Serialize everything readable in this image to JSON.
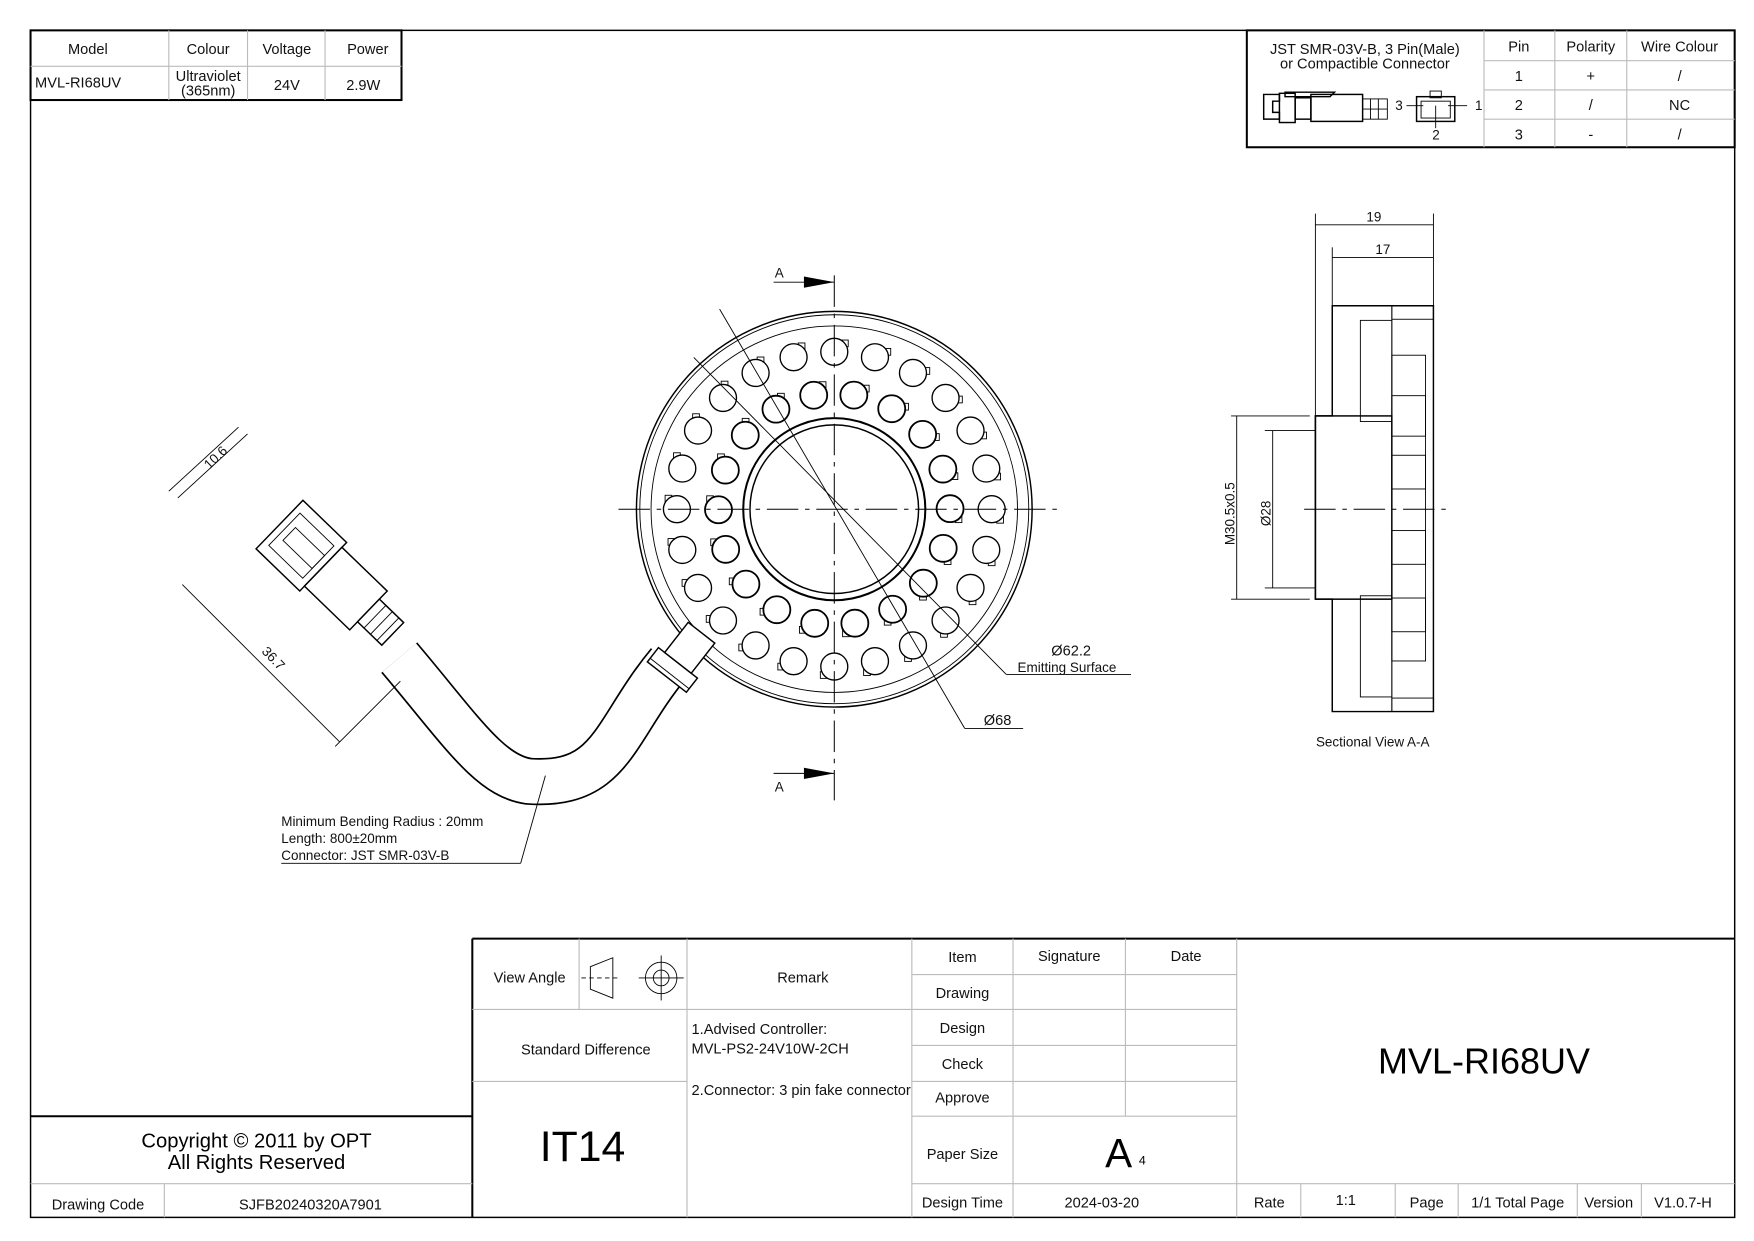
{
  "spec_table": {
    "headers": [
      "Model",
      "Colour",
      "Voltage",
      "Power"
    ],
    "model": "MVL-RI68UV",
    "colour_line1": "Ultraviolet",
    "colour_line2": "(365nm)",
    "voltage": "24V",
    "power": "2.9W"
  },
  "connector_table": {
    "title_line1": "JST SMR-03V-B, 3 Pin(Male)",
    "title_line2": "or Compactible Connector",
    "headers": [
      "Pin",
      "Polarity",
      "Wire Colour"
    ],
    "rows": [
      {
        "pin": "1",
        "polarity": "+",
        "wire": "/"
      },
      {
        "pin": "2",
        "polarity": "/",
        "wire": "NC"
      },
      {
        "pin": "3",
        "polarity": "-",
        "wire": "/"
      }
    ],
    "pin_labels": [
      "1",
      "2",
      "3"
    ]
  },
  "front_view": {
    "section_label": "A",
    "dia_emitting": "Ø62.2",
    "emitting_label": "Emitting Surface",
    "dia_outer": "Ø68",
    "dim_width": "10.6",
    "dim_length": "36.7",
    "notes": [
      "Minimum Bending Radius : 20mm",
      "Length: 800±20mm",
      "Connector: JST SMR-03V-B"
    ]
  },
  "side_view": {
    "dim_19": "19",
    "dim_17": "17",
    "dim_thread": "M30.5x0.5",
    "dim_bore": "Ø28",
    "caption": "Sectional View A-A"
  },
  "title_block": {
    "view_angle": "View Angle",
    "remark": "Remark",
    "standard_difference": "Standard Difference",
    "tolerance": "IT14",
    "remark_1a": "1.Advised Controller:",
    "remark_1b": " MVL-PS2-24V10W-2CH",
    "remark_2": "2.Connector: 3 pin fake connector",
    "item": "Item",
    "signature": "Signature",
    "date": "Date",
    "drawing": "Drawing",
    "design": "Design",
    "check": "Check",
    "approve": "Approve",
    "paper_size_label": "Paper Size",
    "paper_size": "A",
    "paper_size_sub": "4",
    "design_time_label": "Design Time",
    "design_time": "2024-03-20",
    "model": "MVL-RI68UV",
    "rate_label": "Rate",
    "rate": "1:1",
    "page_label": "Page",
    "page": "1/1 Total Page",
    "version_label": "Version",
    "version": "V1.0.7-H",
    "copyright_1": "Copyright © 2011 by OPT",
    "copyright_2": "All Rights Reserved",
    "drawing_code_label": "Drawing Code",
    "drawing_code": "SJFB20240320A7901"
  },
  "led_rings": {
    "outer_count": 24,
    "inner_count": 18
  }
}
